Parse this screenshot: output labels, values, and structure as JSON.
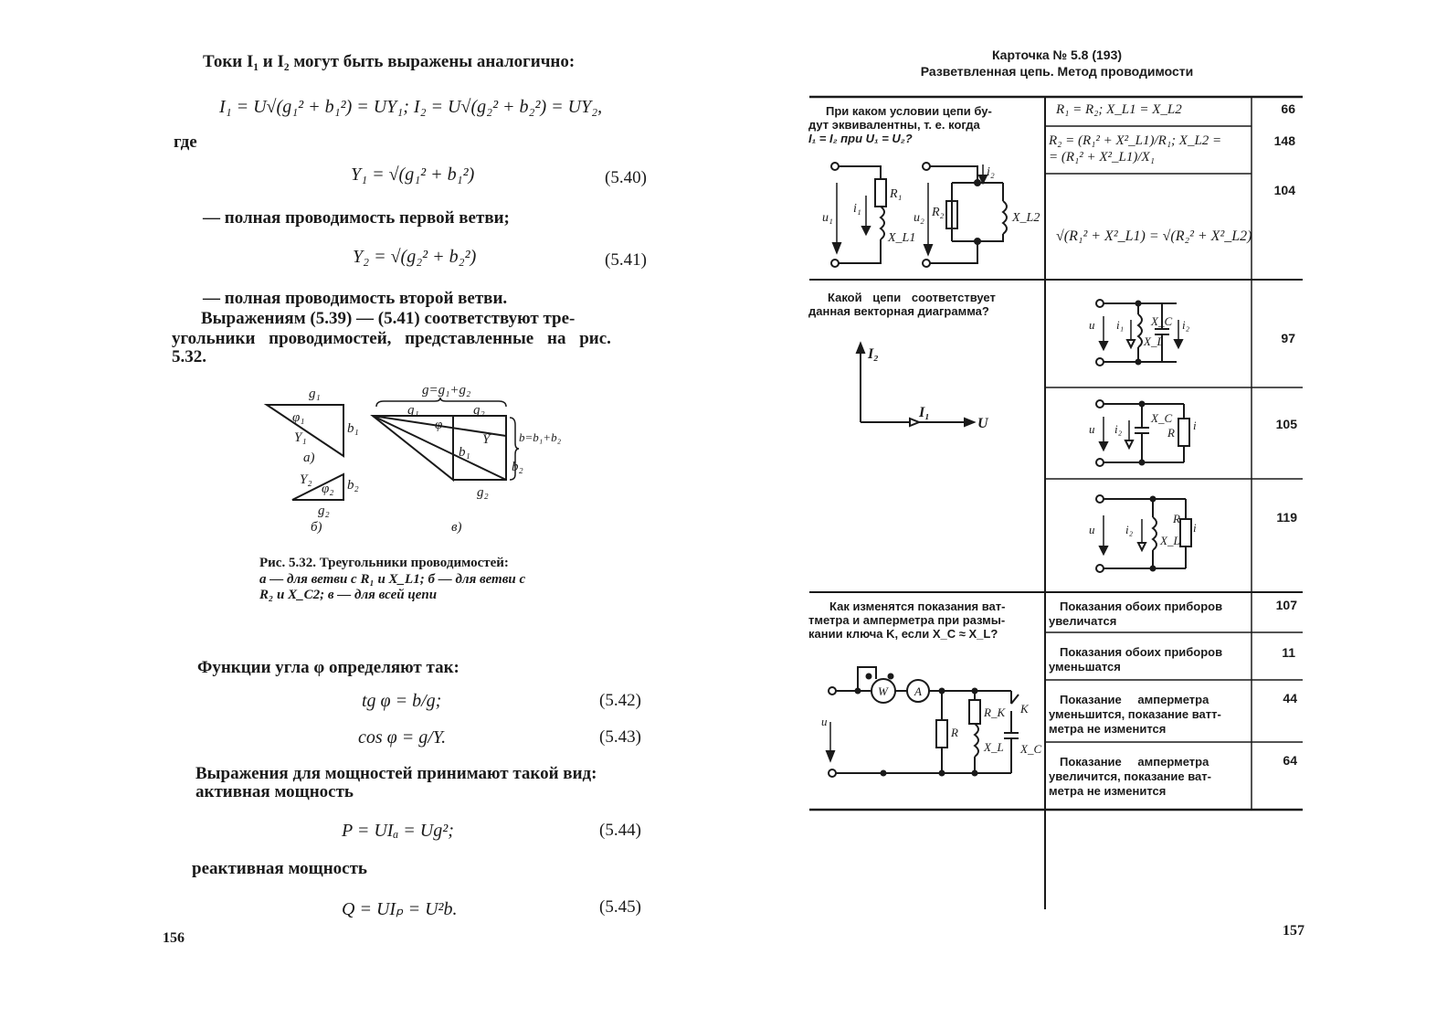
{
  "left": {
    "line1": "Токи I₁ и I₂ могут быть выражены аналогично:",
    "formula_currents": "I₁ = U√(g₁² + b₁²) = UY₁;  I₂ = U√(g₂² + b₂²) = UY₂,",
    "where": "где",
    "eq540": "Y₁ = √(g₁² + b₁²)",
    "eq540_no": "(5.40)",
    "text_first": "— полная проводимость первой ветви;",
    "eq541": "Y₂ = √(g₂² + b₂²)",
    "eq541_no": "(5.41)",
    "text_second": "— полная проводимость второй ветви.",
    "para1_l1": "Выражениям (5.39) — (5.41) соответствуют тре-",
    "para1_l2": "угольники проводимостей, представленные на рис.",
    "para1_l3": "5.32.",
    "fig": {
      "g1": "g₁",
      "phi1": "φ₁",
      "b1": "b₁",
      "y1": "Y₁",
      "a": "а)",
      "y2": "Y₂",
      "phi2": "φ₂",
      "b2": "b₂",
      "g2": "g₂",
      "b_sub": "б)",
      "gsum": "g=g₁+g₂",
      "g1b": "g₁",
      "g2b": "g₂",
      "phi": "φ",
      "y": "Y",
      "b1b": "b₁",
      "bsum": "b=b₁+b₂",
      "b2b": "b₂",
      "g2c": "g₂",
      "v": "в)"
    },
    "cap_l1": "Рис. 5.32. Треугольники проводимостей:",
    "cap_l2": "а — для ветви с R₁ и X_L1; б — для ветви с",
    "cap_l3": "R₂ и X_C2; в — для всей цепи",
    "func": "Функции угла φ определяют так:",
    "eq542": "tg φ = b/g;",
    "eq542_no": "(5.42)",
    "eq543": "cos φ = g/Y.",
    "eq543_no": "(5.43)",
    "power_l1": "Выражения для мощностей принимают такой вид:",
    "power_l2": "активная мощность",
    "eq544": "P = UIₐ = Ug²;",
    "eq544_no": "(5.44)",
    "reactive": "реактивная мощность",
    "eq545": "Q = UIₚ = U²b.",
    "eq545_no": "(5.45)",
    "page": "156"
  },
  "right": {
    "title1": "Карточка № 5.8 (193)",
    "title2": "Разветвленная цепь. Метод проводимости",
    "q1_l1": "При каком условии цепи бу-",
    "q1_l2": "дут эквивалентны, т. е. когда",
    "q1_l3": "I₁ = I₂ при U₁ = U₂?",
    "q1_labels": {
      "i2": "i₂",
      "r1": "R₁",
      "u1": "u₁",
      "i1": "i₁",
      "u2": "u₂",
      "r2": "R₂",
      "xl2": "X_L2",
      "xl1": "X_L1"
    },
    "a1": "R₁ = R₂;  X_L1 = X_L2",
    "a1_code": "66",
    "a2_l1": "R₂ = (R₁² + X²_L1)/R₁;  X_L2 =",
    "a2_l2": "= (R₁² + X²_L1)/X₁",
    "a2_code": "148",
    "a3": "√(R₁² + X²_L1) = √(R₂² + X²_L2)",
    "a3_code": "104",
    "q2_l1": "Какой цепи соответствует",
    "q2_l2": "данная векторная диаграмма?",
    "q2_i2": "I₂",
    "q2_i1": "I₁",
    "q2_u": "U",
    "b1_labels": {
      "u": "u",
      "i1": "i₁",
      "xl": "X_L",
      "xc": "X_C",
      "i2": "i₂"
    },
    "b1_code": "97",
    "b2_labels": {
      "u": "u",
      "i2": "i₂",
      "xc": "X_C",
      "r": "R",
      "i1": "i₁"
    },
    "b2_code": "105",
    "b3_labels": {
      "u": "u",
      "i2": "i₂",
      "xl": "X_L",
      "r": "R",
      "i1": "i₁"
    },
    "b3_code": "119",
    "q3_l1": "Как изменятся показания ват-",
    "q3_l2": "тметра и амперметра при размы-",
    "q3_l3": "кании ключа K, если X_C ≈ X_L?",
    "q3_labels": {
      "w": "W",
      "a": "A",
      "u": "u",
      "r": "R",
      "rk": "R_K",
      "k": "K",
      "xl": "X_L",
      "xc": "X_C"
    },
    "c1_l1": "Показания обоих приборов",
    "c1_l2": "увеличатся",
    "c1_code": "107",
    "c2_l1": "Показания обоих приборов",
    "c2_l2": "уменьшатся",
    "c2_code": "11",
    "c3_l1": "Показание амперметра",
    "c3_l2": "уменьшится, показание ватт-",
    "c3_l3": "метра не изменится",
    "c3_code": "44",
    "c4_l1": "Показание амперметра",
    "c4_l2": "увеличится, показание ват-",
    "c4_l3": "метра не изменится",
    "c4_code": "64",
    "page": "157"
  }
}
